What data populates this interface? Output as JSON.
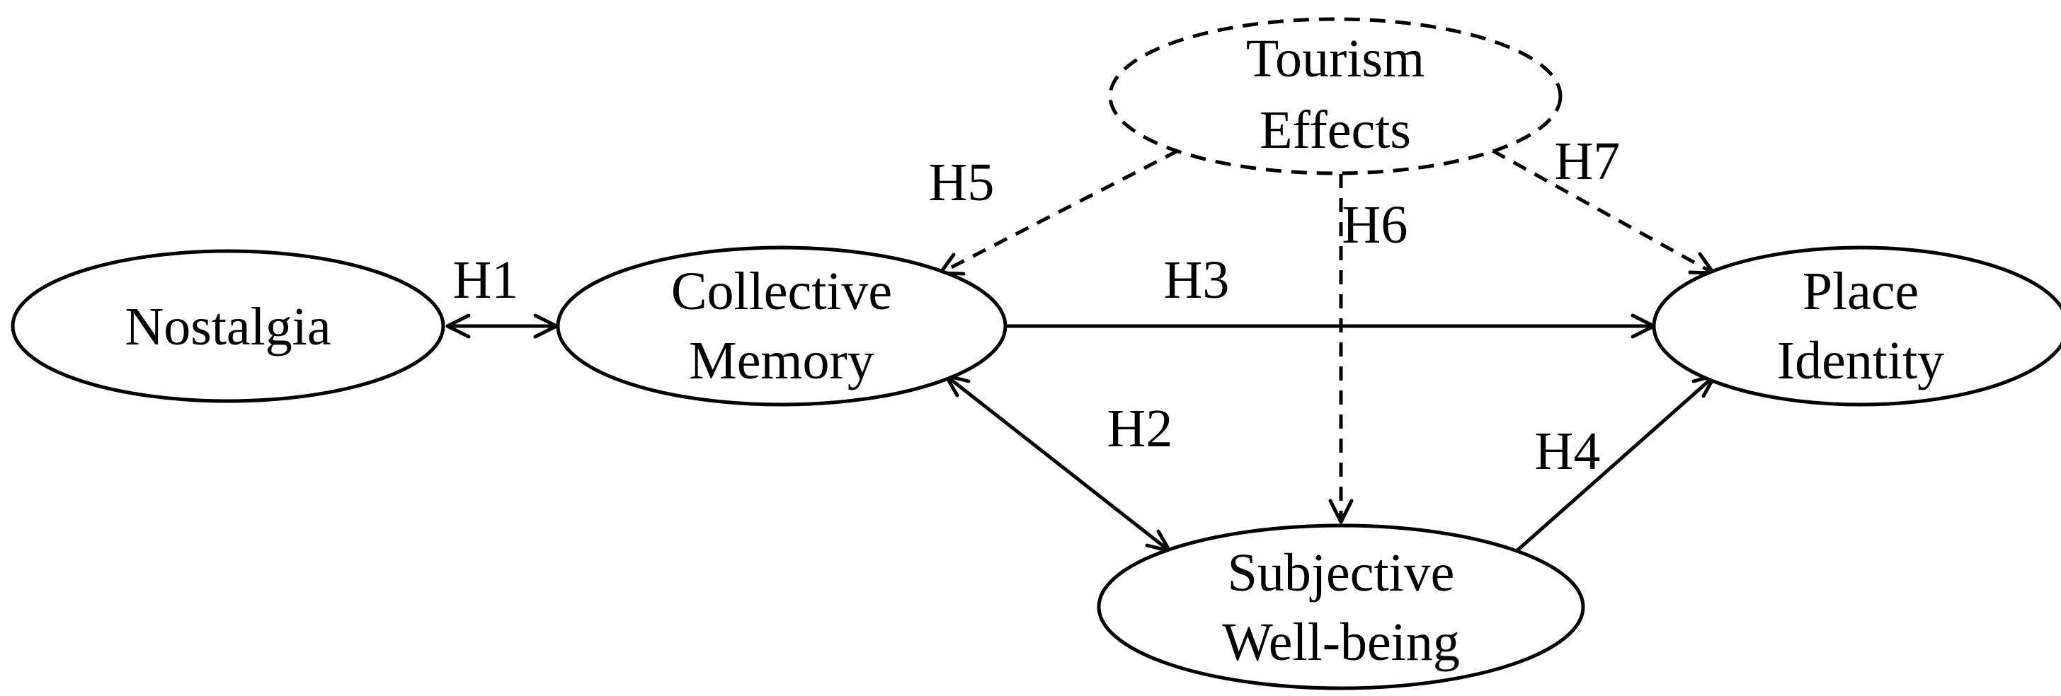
{
  "nodes": {
    "nostalgia": {
      "lines": [
        "Nostalgia"
      ]
    },
    "collective_memory": {
      "lines": [
        "Collective",
        "Memory"
      ]
    },
    "tourism_effects": {
      "lines": [
        "Tourism",
        "Effects"
      ]
    },
    "place_identity": {
      "lines": [
        "Place",
        "Identity"
      ]
    },
    "subjective_wellbeing": {
      "lines": [
        "Subjective",
        "Well-being"
      ]
    }
  },
  "edges": [
    {
      "id": "h1",
      "label": "H1",
      "from": "nostalgia",
      "to": "collective_memory",
      "style": "solid",
      "bidirectional": true
    },
    {
      "id": "h2",
      "label": "H2",
      "from": "collective_memory",
      "to": "subjective_wellbeing",
      "style": "solid",
      "bidirectional": true
    },
    {
      "id": "h3",
      "label": "H3",
      "from": "collective_memory",
      "to": "place_identity",
      "style": "solid",
      "bidirectional": false
    },
    {
      "id": "h4",
      "label": "H4",
      "from": "subjective_wellbeing",
      "to": "place_identity",
      "style": "solid",
      "bidirectional": false
    },
    {
      "id": "h5",
      "label": "H5",
      "from": "tourism_effects",
      "to": "collective_memory",
      "style": "dashed",
      "bidirectional": false
    },
    {
      "id": "h6",
      "label": "H6",
      "from": "tourism_effects",
      "to": "subjective_wellbeing",
      "style": "dashed",
      "bidirectional": false
    },
    {
      "id": "h7",
      "label": "H7",
      "from": "tourism_effects",
      "to": "place_identity",
      "style": "dashed",
      "bidirectional": false
    }
  ]
}
